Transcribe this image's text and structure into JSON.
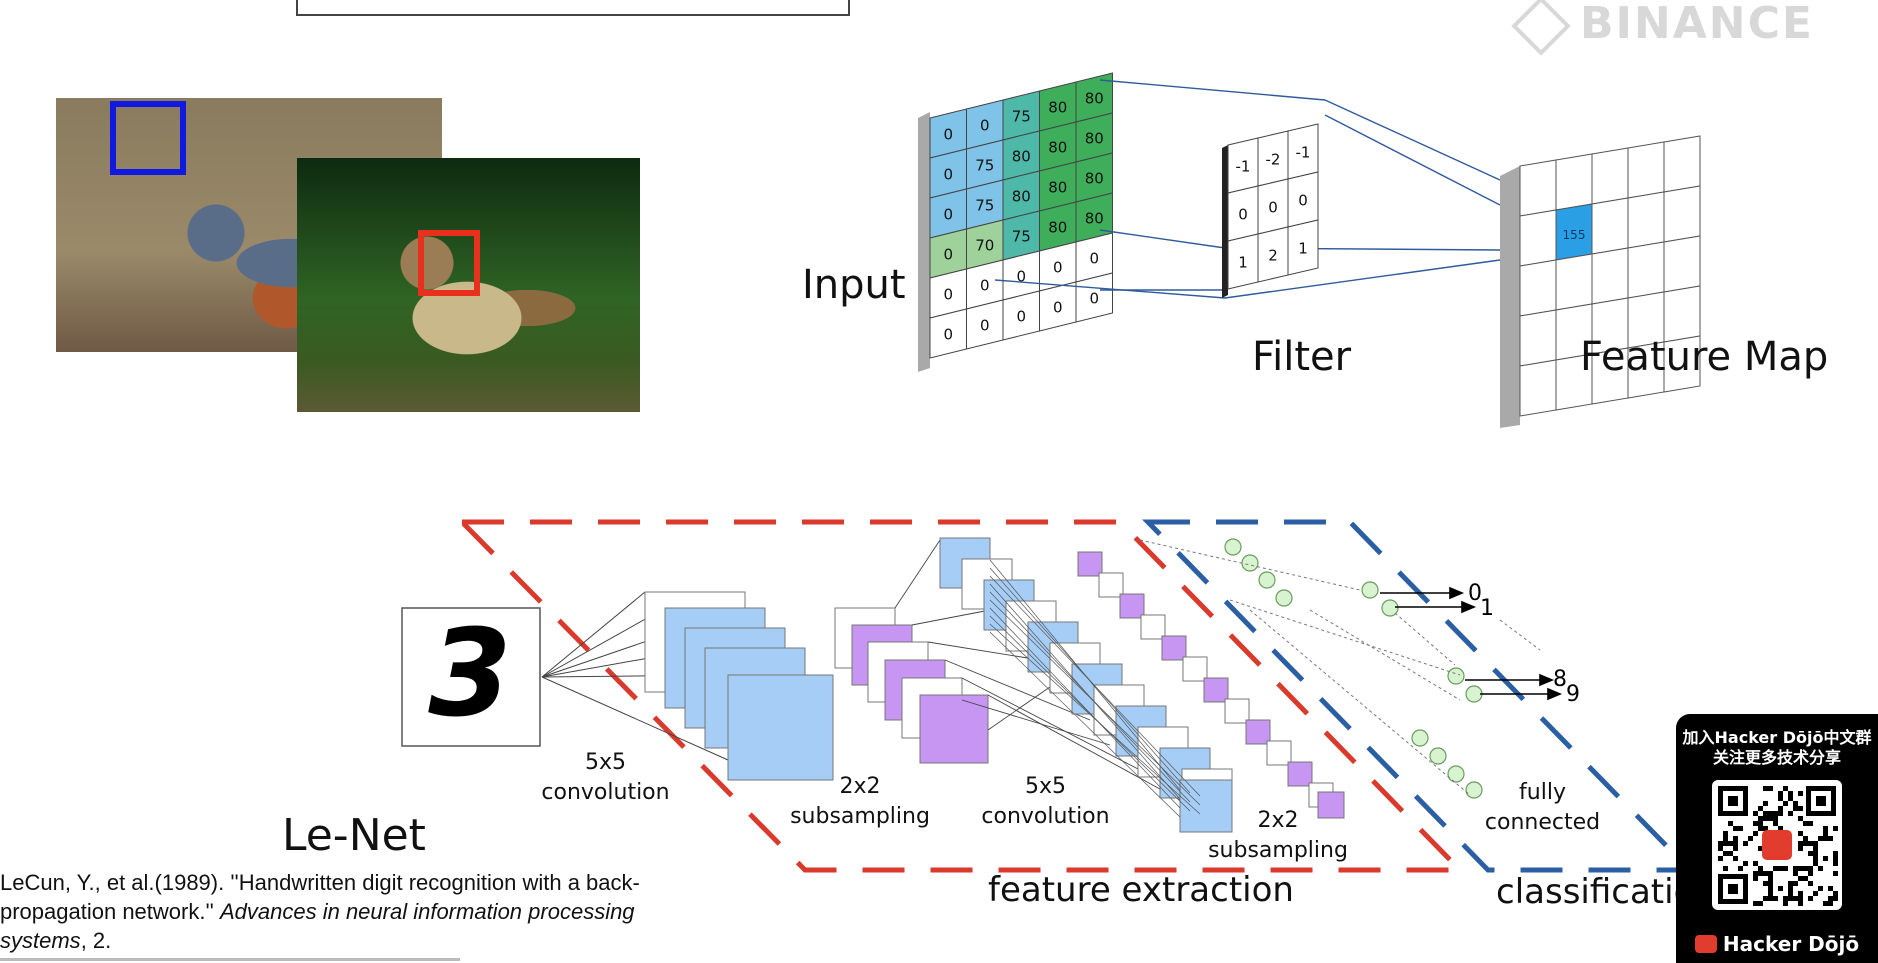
{
  "watermark": {
    "brand": "BINANCE",
    "icon": "binance-diamond-icon"
  },
  "convolution": {
    "input_label": "Input",
    "filter_label": "Filter",
    "feature_map_label": "Feature Map",
    "input_grid": [
      [
        "0",
        "0",
        "75",
        "80",
        "80"
      ],
      [
        "0",
        "75",
        "80",
        "80",
        "80"
      ],
      [
        "0",
        "75",
        "80",
        "80",
        "80"
      ],
      [
        "0",
        "70",
        "75",
        "80",
        "80"
      ],
      [
        "0",
        "0",
        "0",
        "0",
        "0"
      ],
      [
        "0",
        "0",
        "0",
        "0",
        "0"
      ]
    ],
    "filter_grid": [
      [
        "-1",
        "-2",
        "-1"
      ],
      [
        "0",
        "0",
        "0"
      ],
      [
        "1",
        "2",
        "1"
      ]
    ],
    "feature_value": "155",
    "colors": {
      "blue_cell": "#7fc3e8",
      "green_cell": "#3fae5a",
      "teal_cell": "#4fb9a9",
      "feature_cell": "#2a9fe6"
    }
  },
  "lenet": {
    "title": "Le-Net",
    "digit": "3",
    "stage_labels": {
      "conv1": "5x5\nconvolution",
      "sub1": "2x2\nsubsampling",
      "conv2": "5x5\nconvolution",
      "sub2": "2x2\nsubsampling",
      "fc": "fully\nconnected"
    },
    "group_labels": {
      "feature": "feature extraction",
      "classification": "classificatio"
    },
    "outputs": [
      "0",
      "1",
      "8",
      "9"
    ],
    "colors": {
      "red_dash": "#d93a2b",
      "blue_dash": "#2b5fa3",
      "blue_map": "#a5cdf6",
      "purple_map": "#c696f2",
      "node": "#d8f3cf"
    }
  },
  "citation": {
    "plain": "LeCun, Y., et al.(1989). ''Handwritten digit recognition with a back-propagation network.'' ",
    "italic": "Advances in neural information processing systems",
    "tail": ", 2."
  },
  "qr_panel": {
    "line1": "加入Hacker Dōjō中文群",
    "line2": "关注更多技术分享",
    "brand": "Hacker Dōjō"
  }
}
